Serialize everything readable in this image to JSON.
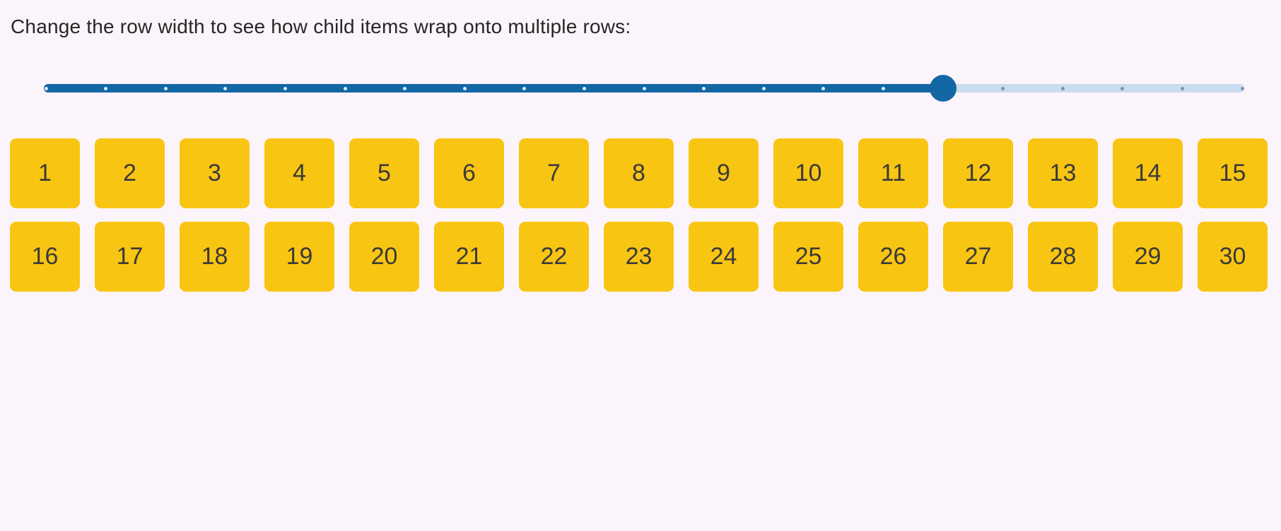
{
  "page": {
    "title": "Change the row width to see how child items wrap onto multiple rows:"
  },
  "slider": {
    "name": "row-width-slider",
    "min": 0,
    "max": 20,
    "value": 15,
    "tick_count": 21,
    "percent": 75
  },
  "grid": {
    "items": [
      "1",
      "2",
      "3",
      "4",
      "5",
      "6",
      "7",
      "8",
      "9",
      "10",
      "11",
      "12",
      "13",
      "14",
      "15",
      "16",
      "17",
      "18",
      "19",
      "20",
      "21",
      "22",
      "23",
      "24",
      "25",
      "26",
      "27",
      "28",
      "29",
      "30"
    ]
  },
  "colors": {
    "background": "#fcf4fb",
    "title_text": "#262626",
    "accent_blue": "#1467a5",
    "track_rest": "#cbdcee",
    "tick_on_fill": "#dcebf7",
    "tick_on_rest": "#7396b4",
    "item_yellow": "#f9c513",
    "item_text": "#3a3a38"
  }
}
